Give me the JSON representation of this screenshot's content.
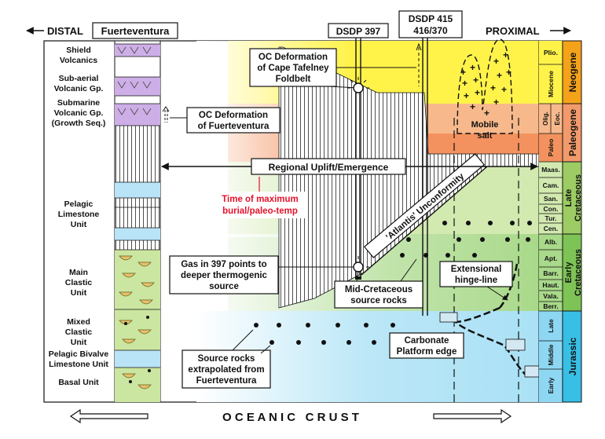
{
  "header": {
    "distal": "DISTAL",
    "region": "Fuerteventura",
    "proximal": "PROXIMAL",
    "well_397": "DSDP 397",
    "well_415_a": "DSDP 415",
    "well_415_b": "416/370"
  },
  "units": [
    {
      "l1": "Shield",
      "l2": "Volcanics"
    },
    {
      "l1": "Sub-aerial",
      "l2": "Volcanic Gp."
    },
    {
      "l1": "Submarine",
      "l2": "Volcanic Gp.",
      "l3": "(Growth Seq.)"
    },
    {
      "l1": "Pelagic",
      "l2": "Limestone",
      "l3": "Unit"
    },
    {
      "l1": "Main",
      "l2": "Clastic",
      "l3": "Unit"
    },
    {
      "l1": "Mixed",
      "l2": "Clastic",
      "l3": "Unit"
    },
    {
      "l1": "Pelagic Bivalve",
      "l2": "Limestone Unit"
    },
    {
      "l1": "Basal Unit"
    }
  ],
  "stages": [
    "Plio.",
    "Miocene",
    "Olig.",
    "Eoc.",
    "Paleo",
    "Maas.",
    "Cam.",
    "San.",
    "Con.",
    "Tur.",
    "Cen.",
    "Alb.",
    "Apt.",
    "Barr.",
    "Haut.",
    "Vala.",
    "Berr.",
    "Late",
    "Middle",
    "Early"
  ],
  "periods": [
    {
      "name": "Neogene",
      "color": "#f5a21b"
    },
    {
      "name": "Paleogene",
      "color": "#f29a6b"
    },
    {
      "name": "Late",
      "name2": "Cretaceous",
      "color": "#9ccc63"
    },
    {
      "name": "Early",
      "name2": "Cretaceous",
      "color": "#7ec356"
    },
    {
      "name": "Jurassic",
      "color": "#38bfe6"
    }
  ],
  "annotations": {
    "oc_cape_1": "OC Deformation",
    "oc_cape_2": "of Cape Tafelney",
    "oc_cape_3": "Foldbelt",
    "oc_fuert_1": "OC Deformation",
    "oc_fuert_2": "of Fuerteventura",
    "uplift": "Regional Uplift/Emergence",
    "maxburial_1": "Time of maximum",
    "maxburial_2": "burial/paleo-temp",
    "atlantis": "'Atlantis' Unconformity",
    "mobile_1": "Mobile",
    "mobile_2": "salt",
    "gas_1": "Gas in 397 points to",
    "gas_2": "deeper thermogenic",
    "gas_3": "source",
    "midcret_1": "Mid-Cretaceous",
    "midcret_2": "source rocks",
    "hinge_1": "Extensional",
    "hinge_2": "hinge-line",
    "carb_1": "Carbonate",
    "carb_2": "Platform edge",
    "src_1": "Source rocks",
    "src_2": "extrapolated from",
    "src_3": "Fuerteventura",
    "oceanic": "O C E A N I C   C R U S T"
  },
  "colors": {
    "neogene_fill": "#fff34a",
    "paleogene_fill": "#f7b98c",
    "late_cret_fill": "#d2e9b0",
    "early_cret_fill": "#a9d98a",
    "jurassic_fill": "#8ed7f2",
    "volcanic": "#cdaee6",
    "limestone": "#b9e3f7",
    "clastic": "#cbe6a0",
    "red_text": "#e3132b"
  }
}
